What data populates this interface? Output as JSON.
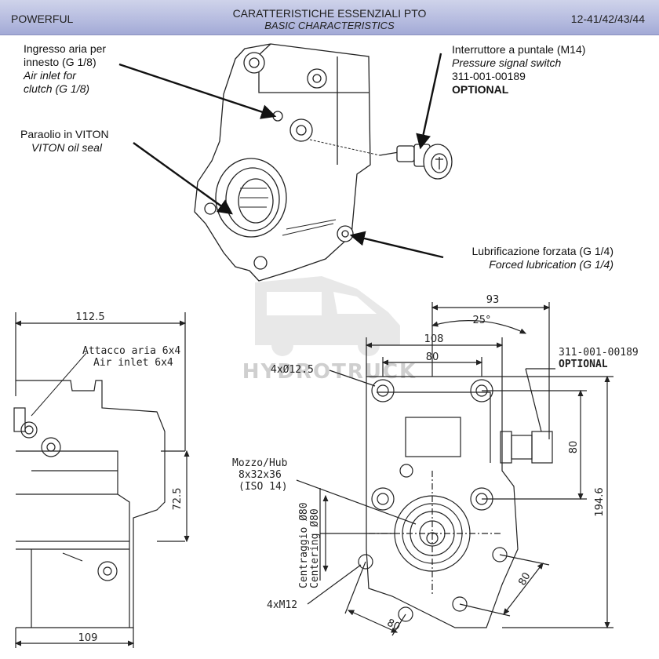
{
  "header": {
    "left": "POWERFUL",
    "title": "CARATTERISTICHE ESSENZIALI PTO",
    "subtitle": "BASIC CHARACTERISTICS",
    "right": "12-41/42/43/44"
  },
  "callouts": {
    "air_inlet": {
      "l1": "Ingresso aria per",
      "l2": "innesto (G 1/8)",
      "l3": "Air inlet for",
      "l4": "clutch (G 1/8)"
    },
    "oil_seal": {
      "l1": "Paraolio in VITON",
      "l2": "VITON oil seal"
    },
    "switch": {
      "l1": "Interruttore a puntale (M14)",
      "l2": "Pressure signal switch",
      "l3": "311-001-00189",
      "l4": "OPTIONAL"
    },
    "lubrication": {
      "l1": "Lubrificazione forzata (G 1/4)",
      "l2": "Forced lubrication (G 1/4)"
    }
  },
  "side_view": {
    "dim_top": "112.5",
    "air_attach": "Attacco aria 6x4",
    "air_inlet": "Air inlet 6x4",
    "dim_vertical": "72.5",
    "dim_bottom": "109"
  },
  "front_view": {
    "dim_93": "93",
    "angle": "25°",
    "dim_108": "108",
    "dim_80_top": "80",
    "holes": "4xØ12.5",
    "part_no": "311-001-00189",
    "optional": "OPTIONAL",
    "dim_80_right": "80",
    "dim_194": "194.6",
    "hub_l1": "Mozzo/Hub",
    "hub_l2": "8x32x36",
    "hub_l3": "(ISO 14)",
    "centering_l1": "Centraggio Ø80",
    "centering_l2": "Centering Ø80",
    "dim_80_diag": "80",
    "dim_80_bottom": "80",
    "threads": "4xM12"
  },
  "watermark": "HYDROTRUCK",
  "colors": {
    "header_top": "#cfd3ea",
    "header_bottom": "#a3aad6",
    "line": "#222222"
  }
}
